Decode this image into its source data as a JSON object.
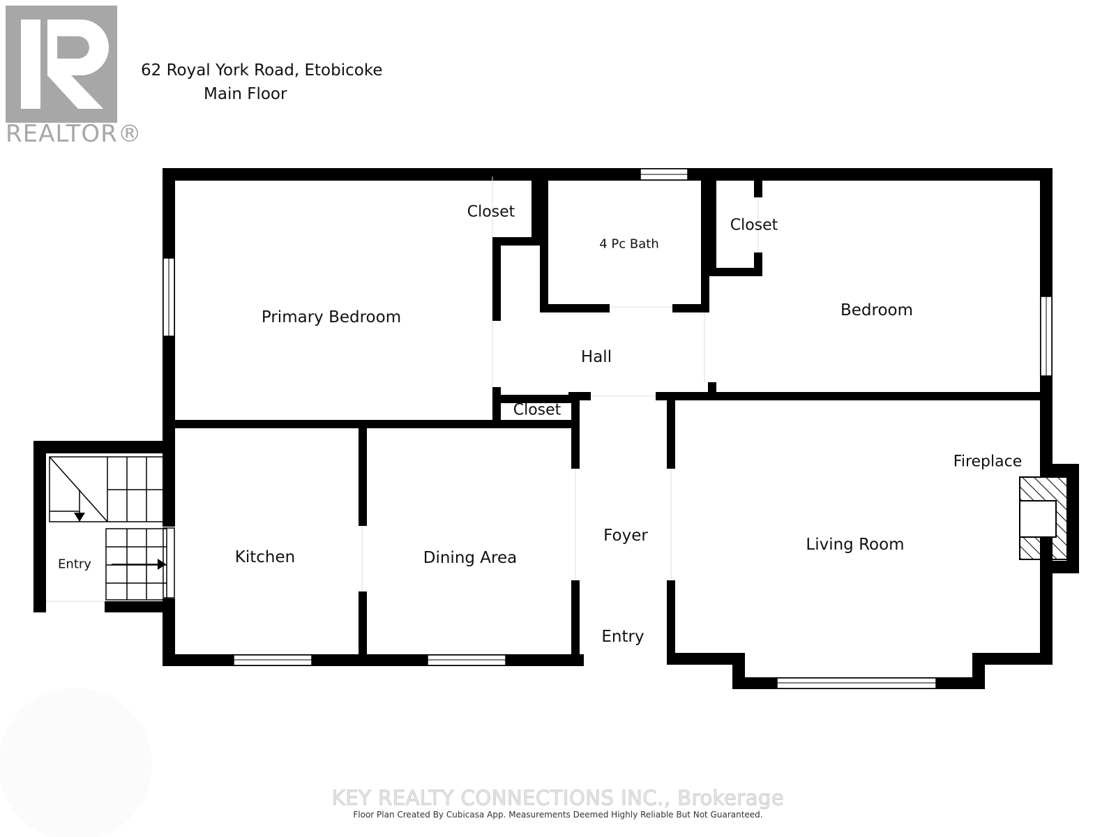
{
  "logo": {
    "mark": "R",
    "text": "REALTOR®"
  },
  "header": {
    "address": "62 Royal York Road, Etobicoke",
    "floor": "Main Floor"
  },
  "rooms": {
    "primary_bedroom": "Primary Bedroom",
    "closet_primary": "Closet",
    "bath": "4 Pc Bath",
    "closet_bedroom": "Closet",
    "bedroom": "Bedroom",
    "hall": "Hall",
    "closet_hall": "Closet",
    "kitchen": "Kitchen",
    "dining": "Dining Area",
    "foyer": "Foyer",
    "entry_front": "Entry",
    "living": "Living Room",
    "fireplace": "Fireplace",
    "entry_side": "Entry"
  },
  "footer": {
    "watermark": "KEY REALTY CONNECTIONS INC., Brokerage",
    "credit": "Floor Plan Created By Cubicasa App. Measurements Deemed Highly Reliable But Not Guaranteed."
  },
  "colors": {
    "wall": "#000000",
    "logo": "#a7a7a7"
  }
}
